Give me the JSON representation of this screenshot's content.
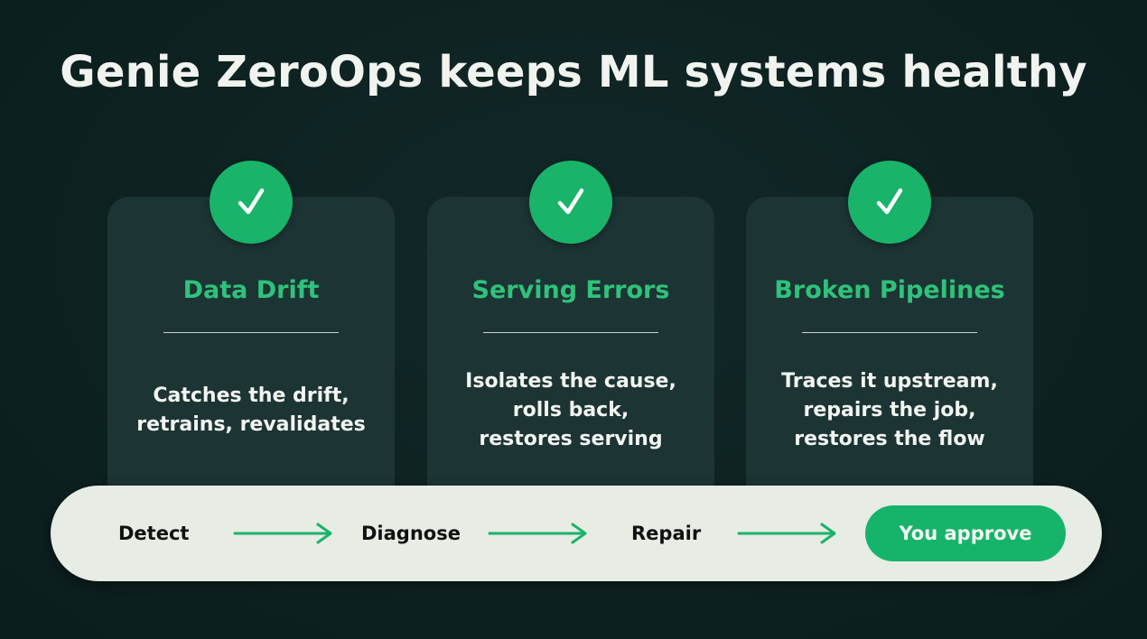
{
  "title": "Genie ZeroOps keeps ML systems healthy",
  "cards": [
    {
      "title": "Data Drift",
      "description": [
        "Catches the drift,",
        "retrains, revalidates"
      ],
      "icon": "check-icon"
    },
    {
      "title": "Serving Errors",
      "description": [
        "Isolates the cause,",
        "rolls back,",
        "restores serving"
      ],
      "icon": "check-icon"
    },
    {
      "title": "Broken Pipelines",
      "description": [
        "Traces it upstream,",
        "repairs the job,",
        "restores the flow"
      ],
      "icon": "check-icon"
    }
  ],
  "flow": {
    "steps": [
      "Detect",
      "Diagnose",
      "Repair"
    ],
    "action_label": "You approve",
    "arrow_icon": "arrow-right-icon"
  },
  "colors": {
    "background": "#0e2222",
    "card": "#1c3434",
    "accent_green": "#19b36a",
    "card_title_green": "#2fc27a",
    "flow_bar": "#e7ece4"
  }
}
